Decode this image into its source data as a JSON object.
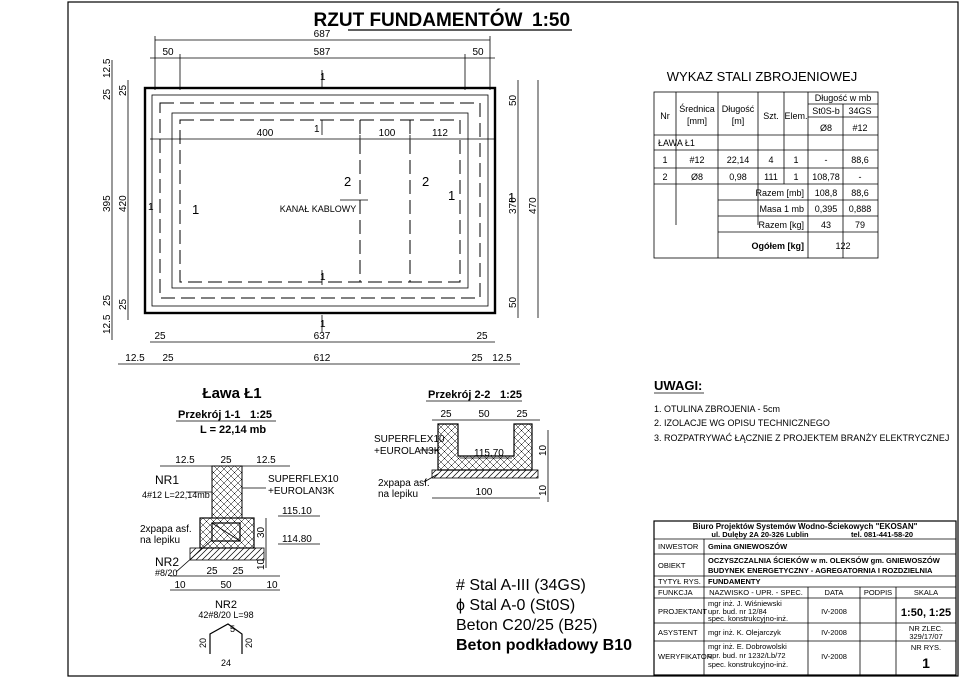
{
  "title": {
    "main": "RZUT FUNDAMENTÓW",
    "scale": "1:50"
  },
  "plan": {
    "dim_top_total": "687",
    "dim_top_inner": "587",
    "dim_top_left": "50",
    "dim_top_right": "50",
    "dim_mid_400": "400",
    "dim_mid_100": "100",
    "dim_mid_112": "112",
    "dim_bottom_637": "637",
    "dim_bottom_612": "612",
    "dim_25a": "25",
    "dim_25b": "25",
    "dim_25c": "25",
    "dim_25d": "25",
    "dim_125a": "12.5",
    "dim_125b": "12.5",
    "left_25a": "25",
    "left_125a": "12.5",
    "left_25b": "25",
    "left_395": "395",
    "left_420": "420",
    "left_25c": "25",
    "left_25d": "25",
    "left_125b": "12.5",
    "right_50a": "50",
    "right_370": "370",
    "right_470": "470",
    "right_50b": "50",
    "mark_1": "1",
    "mark_2": "2",
    "channel_label": "KANAŁ KABLOWY"
  },
  "steel_table": {
    "title": "WYKAZ STALI ZBROJENIOWEJ",
    "headers": {
      "nr": "Nr",
      "diameter": "Średnica",
      "diameter_unit": "[mm]",
      "length": "Długość",
      "length_unit": "[m]",
      "count": "Szt.",
      "elem": "Elem.",
      "length_mb": "Długość w mb",
      "grade1": "St0S-b",
      "grade2": "34GS",
      "sym1": "Ø8",
      "sym2": "#12"
    },
    "section": "ŁAWA Ł1",
    "rows": [
      {
        "nr": "1",
        "d": "#12",
        "len": "22,14",
        "szt": "4",
        "el": "1",
        "a": "-",
        "b": "88,6"
      },
      {
        "nr": "2",
        "d": "Ø8",
        "len": "0,98",
        "szt": "111",
        "el": "1",
        "a": "108,78",
        "b": "-"
      }
    ],
    "summary": [
      {
        "label": "Razem [mb]",
        "a": "108,8",
        "b": "88,6"
      },
      {
        "label": "Masa 1 mb",
        "a": "0,395",
        "b": "0,888"
      },
      {
        "label": "Razem [kg]",
        "a": "43",
        "b": "79"
      }
    ],
    "total_label": "Ogółem [kg]",
    "total_value": "122"
  },
  "lawa": {
    "title": "Ława Ł1",
    "section": "Przekrój 1-1",
    "section_scale": "1:25",
    "length": "L = 22,14 mb",
    "d125a": "12.5",
    "d25": "25",
    "d125b": "12.5",
    "nr1": "NR1",
    "nr1_spec": "4#12 L=22,14mb",
    "superflex": "SUPERFLEX10",
    "eurolan": "+EUROLAN3K",
    "level1": "115.10",
    "level2": "114.80",
    "papa": "2xpapa asf.",
    "papa2": "na lepiku",
    "nr2": "NR2",
    "nr2_spec": "#8/20",
    "d10a": "10",
    "d25b": "25",
    "d25c": "25",
    "d10b": "10",
    "d50": "50",
    "d30": "30",
    "d10c": "10",
    "nr2b": "NR2",
    "nr2b_spec": "42#8/20 L=98",
    "b20a": "20",
    "b5": "5",
    "b20b": "20",
    "b24": "24"
  },
  "przekroj2": {
    "title": "Przekrój 2-2",
    "scale": "1:25",
    "d25a": "25",
    "d50": "50",
    "d25b": "25",
    "superflex": "SUPERFLEX10",
    "eurolan": "+EUROLAN3K",
    "level": "115.70",
    "papa": "2xpapa asf.",
    "papa2": "na lepiku",
    "d100": "100",
    "d10a": "10",
    "d10b": "10"
  },
  "materials": {
    "line1": "# Stal A-III (34GS)",
    "line2": "ϕ Stal A-0 (St0S)",
    "line3": "Beton C20/25 (B25)",
    "line4": "Beton podkładowy B10"
  },
  "notes": {
    "title": "UWAGI:",
    "items": [
      "1. OTULINA ZBROJENIA - 5cm",
      "2. IZOLACJE WG OPISU TECHNICZNEGO",
      "3. ROZPATRYWAĆ ŁĄCZNIE Z PROJEKTEM BRANŻY ELEKTRYCZNEJ"
    ]
  },
  "titleblock": {
    "firm1": "Biuro Projektów Systemów Wodno-Ściekowych \"EKOSAN\"",
    "firm2a": "ul. Dulęby 2A   20-326 Lublin",
    "firm2b": "tel. 081-441-58-20",
    "investor_label": "INWESTOR",
    "investor": "Gmina GNIEWOSZÓW",
    "object_label": "OBIEKT",
    "object1": "OCZYSZCZALNIA ŚCIEKÓW w m. OLEKSÓW gm. GNIEWOSZÓW",
    "object2": "BUDYNEK ENERGETYCZNY - AGREGATORNIA I ROZDZIELNIA",
    "drawing_label": "TYTYŁ RYS.",
    "drawing": "FUNDAMENTY",
    "h_function": "FUNKCJA",
    "h_name": "NAZWISKO - UPR. - SPEC.",
    "h_date": "DATA",
    "h_sign": "PODPIS",
    "h_scale": "SKALA",
    "p_role": "PROJEKTANT",
    "p1": "mgr inż. J. Wiśniewski",
    "p2": "upr. bud. nr 12/84",
    "p3": "spec. konstrukcyjno-inż.",
    "p_date": "IV-2008",
    "scale_value": "1:50, 1:25",
    "a_role": "ASYSTENT",
    "a1": "mgr inż. K. Olejarczyk",
    "a_date": "IV-2008",
    "order_label": "NR ZLEC.",
    "order_value": "329/17/07",
    "v_role": "WERYFIKATOR",
    "v1": "mgr inż. E. Dobrowolski",
    "v2": "upr. bud. nr 1232/Lb/72",
    "v3": "spec. konstrukcyjno-inż.",
    "v_date": "IV-2008",
    "sheet_label": "NR RYS.",
    "sheet_value": "1"
  }
}
